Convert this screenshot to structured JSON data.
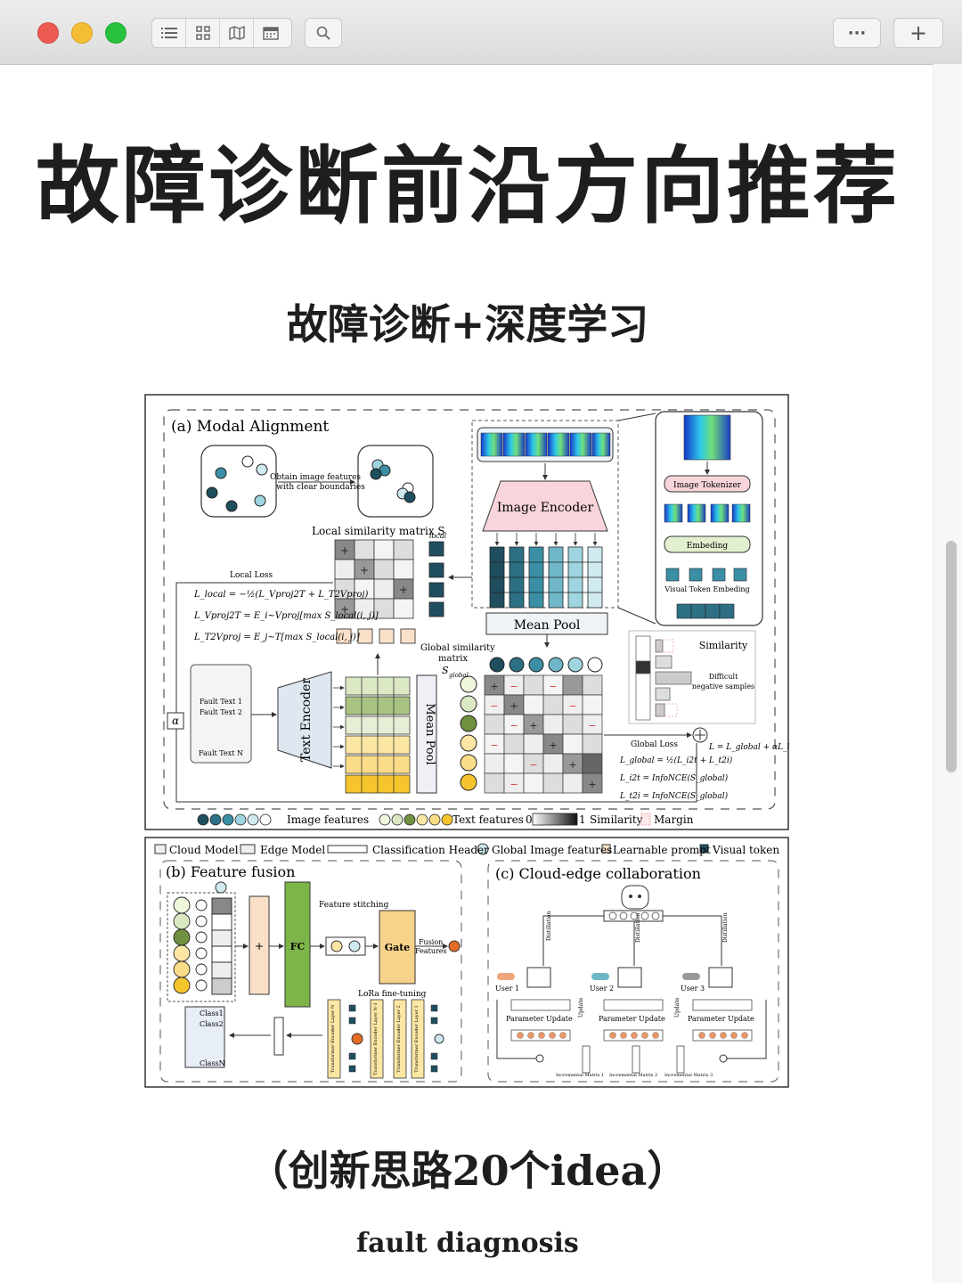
{
  "window": {
    "traffic_lights": {
      "close": "#ee5b53",
      "minimize": "#f5bd33",
      "maximize": "#27c13e"
    },
    "toolbar": {
      "view_buttons": [
        "list-icon",
        "grid-icon",
        "map-icon",
        "calendar-icon"
      ],
      "search_icon": "search-icon",
      "more_label": "···",
      "add_label": "+"
    }
  },
  "page": {
    "title": "故障诊断前沿方向推荐",
    "subtitle": "故障诊断+深度学习",
    "bottom_title": "（创新思路20个idea）",
    "bottom_subtitle": "fault diagnosis"
  },
  "figure": {
    "panel_a": {
      "label": "(a) Modal Alignment",
      "boundary_note_1": "Obtain image features",
      "boundary_note_2": "with clear boundaries",
      "local_matrix_label": "Local similarity matrix S",
      "local_matrix_sub": "local",
      "local_loss": "Local Loss",
      "image_encoder": "Image Encoder",
      "mean_pool": "Mean Pool",
      "mean_pool_v": "Mean Pool",
      "text_encoder": "Text Encoder",
      "global_matrix_1": "Global similarity",
      "global_matrix_2": "matrix",
      "global_matrix_s": "S",
      "global_matrix_sub": "global",
      "image_tokenizer": "Image Tokenizer",
      "embeding": "Embeding",
      "visual_token_embeding": "Visual Token Embeding",
      "similarity": "Similarity",
      "difficult_1": "Difficult",
      "difficult_2": "negative samples",
      "global_loss": "Global Loss",
      "fault_text_1": "Fault Text 1",
      "fault_text_2": "Fault Text 2",
      "fault_text_n": "Fault Text N",
      "alpha": "α",
      "total_loss": "L = L_global + αL_local",
      "eq_local_1": "L_local = −½(L_Vproj2T + L_T2Vproj)",
      "eq_local_2": "L_Vproj2T = E_i~Vproj[max S_local(i, j)]",
      "eq_local_3": "L_T2Vproj = E_j~T[max S_local(i, j)]",
      "eq_global_1": "L_global = ½(L_i2t + L_t2i)",
      "eq_global_2": "L_i2t = InfoNCE(S_global)",
      "eq_global_3": "L_t2i = InfoNCE(S_global)",
      "legend_image_features": "Image features",
      "legend_text_features": "Text features",
      "legend_zero": "0",
      "legend_one": "1",
      "legend_similarity": "Similarity",
      "legend_margin": "Margin",
      "plus": "+",
      "minus": "−"
    },
    "legend_row": {
      "cloud_model": "Cloud Model",
      "edge_model": "Edge Model",
      "classification_header": "Classification Header",
      "global_image_features": "Global Image features",
      "learnable_prompt": "Learnable prompt",
      "visual_token": "Visual token"
    },
    "panel_b": {
      "label": "(b) Feature fusion",
      "fc": "FC",
      "feature_stitching": "Feature stitching",
      "gate": "Gate",
      "fusion_1": "Fusion",
      "fusion_2": "Features",
      "lora": "LoRa fine-tuning",
      "class_1": "Class1",
      "class_2": "Class2",
      "class_n": "ClassN",
      "layer_labels": [
        "Transformer Encoder Layer N",
        "Transformer Encoder Layer N-1",
        "Transformer Encoder Layer 2",
        "Transformer Encoder Layer 1"
      ]
    },
    "panel_c": {
      "label": "(c) Cloud-edge collaboration",
      "user_1": "User 1",
      "user_2": "User 2",
      "user_3": "User 3",
      "parameter_update": "Parameter Update",
      "distillation": "Distillation",
      "update": "Update",
      "incremental_1": "Incremental Matrix 1",
      "incremental_2": "Incremental Matrix 2",
      "incremental_3": "Incremental Matrix 3"
    }
  },
  "colors": {
    "feature_dark": "#1f4e5f",
    "feature_mid": "#3a8fa5",
    "feature_light": "#9fd5e0",
    "text_green_dark": "#5d7a38",
    "text_green_light": "#dbe8c4",
    "text_yellow": "#f6c52d",
    "text_yellow_light": "#fbe6a4",
    "prompt": "#fbe0c9",
    "accent_orange": "#e56a24"
  }
}
